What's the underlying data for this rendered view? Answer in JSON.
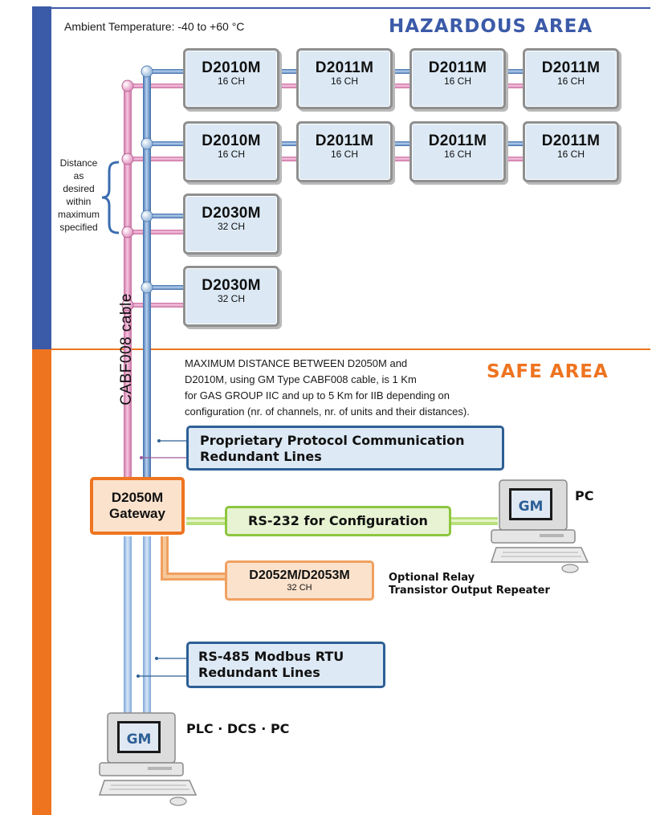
{
  "areas": {
    "hazardous_title": "HAZARDOUS AREA",
    "safe_title": "SAFE AREA",
    "ambient_temperature": "Ambient Temperature: -40 to +60 °C",
    "hazardous_color": "#3b5aa8",
    "safe_color": "#ee7420"
  },
  "modules": {
    "row1": [
      {
        "name": "D2010M",
        "channels": "16 CH"
      },
      {
        "name": "D2011M",
        "channels": "16 CH"
      },
      {
        "name": "D2011M",
        "channels": "16 CH"
      },
      {
        "name": "D2011M",
        "channels": "16 CH"
      }
    ],
    "row2": [
      {
        "name": "D2010M",
        "channels": "16 CH"
      },
      {
        "name": "D2011M",
        "channels": "16 CH"
      },
      {
        "name": "D2011M",
        "channels": "16 CH"
      },
      {
        "name": "D2011M",
        "channels": "16 CH"
      }
    ],
    "d2030m_a": {
      "name": "D2030M",
      "channels": "32 CH"
    },
    "d2030m_b": {
      "name": "D2030M",
      "channels": "32 CH"
    }
  },
  "distance_note": [
    "Distance",
    "as",
    "desired",
    "within",
    "maximum",
    "specified"
  ],
  "cable_label": "CABF008 cable",
  "max_distance_note": [
    "MAXIMUM DISTANCE BETWEEN D2050M and",
    "D2010M, using GM Type CABF008 cable, is 1 Km",
    "for GAS GROUP IIC and up to 5 Km for IIB depending on",
    "configuration (nr. of channels, nr. of units and their distances)."
  ],
  "proprietary_callout": [
    "Proprietary Protocol Communication",
    "Redundant Lines"
  ],
  "gateway": {
    "name": "D2050M",
    "label": "Gateway"
  },
  "rs232_label": "RS-232 for Configuration",
  "pc_label": "PC",
  "repeater": {
    "name": "D2052M/D2053M",
    "channels": "32 CH"
  },
  "repeater_note": [
    "Optional Relay",
    "Transistor Output Repeater"
  ],
  "rs485_callout": [
    "RS-485 Modbus RTU",
    "Redundant Lines"
  ],
  "plc_label": "PLC · DCS · PC",
  "computer_logo": "GM",
  "colors": {
    "pink_cable": "#e59ac8",
    "blue_cable": "#5f8fd0",
    "green_link": "#9ad04a",
    "callout_border": "#2d5f95",
    "module_fill": "#dce9f5"
  }
}
